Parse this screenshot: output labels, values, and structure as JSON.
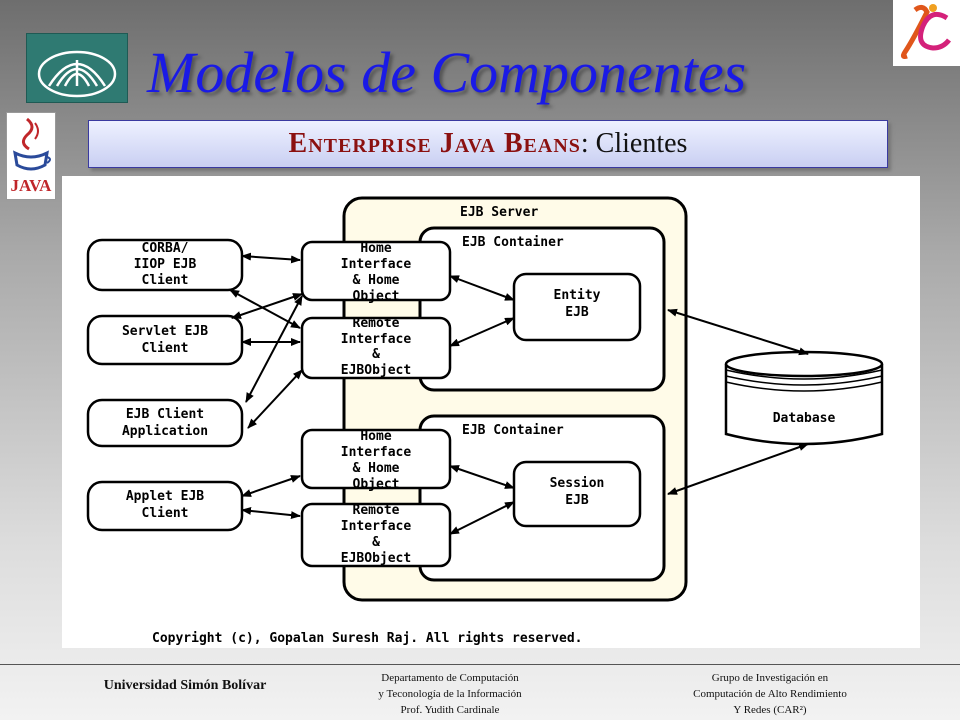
{
  "header": {
    "title": "Modelos de Componentes",
    "subtitle_strong": "Enterprise Java Beans",
    "subtitle_rest": ": Clientes"
  },
  "logos": {
    "java_text": "JAVA",
    "jc_text": "JC"
  },
  "diagram": {
    "server_label": "EJB Server",
    "container1_label": "EJB Container",
    "container2_label": "EJB Container",
    "clients": [
      {
        "lines": [
          "CORBA/",
          "IIOP EJB",
          "Client"
        ]
      },
      {
        "lines": [
          "Servlet EJB",
          "Client"
        ]
      },
      {
        "lines": [
          "EJB Client",
          "Application"
        ]
      },
      {
        "lines": [
          "Applet EJB",
          "Client"
        ]
      }
    ],
    "interfaces": [
      {
        "lines": [
          "Home",
          "Interface",
          "& Home",
          "Object"
        ]
      },
      {
        "lines": [
          "Remote",
          "Interface",
          "&",
          "EJBObject"
        ]
      },
      {
        "lines": [
          "Home",
          "Interface",
          "& Home",
          "Object"
        ]
      },
      {
        "lines": [
          "Remote",
          "Interface",
          "&",
          "EJBObject"
        ]
      }
    ],
    "entity": [
      "Entity",
      "EJB"
    ],
    "session": [
      "Session",
      "EJB"
    ],
    "database": "Database",
    "copyright": "Copyright (c), Gopalan Suresh Raj. All rights reserved."
  },
  "footer": {
    "university": "Universidad Simón Bolívar",
    "dept": [
      "Departamento de Computación",
      "y Teconología de la Información",
      "Prof. Yudith Cardinale"
    ],
    "group": [
      "Grupo de Investigación en",
      "Computación de Alto Rendimiento",
      "Y Redes (CAR²)"
    ]
  }
}
